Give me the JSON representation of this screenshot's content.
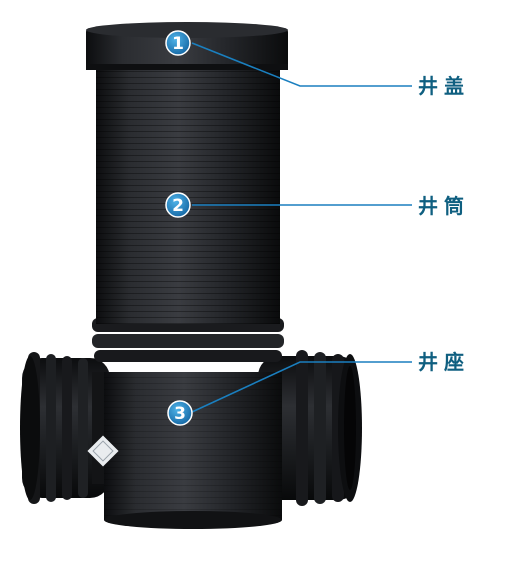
{
  "callouts": [
    {
      "number": "1",
      "label": "井盖"
    },
    {
      "number": "2",
      "label": "井筒"
    },
    {
      "number": "3",
      "label": "井座"
    }
  ],
  "colors": {
    "accent": "#0f5f80",
    "badge": "#1a7fbf",
    "pipe": "#1b1c1e",
    "background": "#ffffff"
  }
}
